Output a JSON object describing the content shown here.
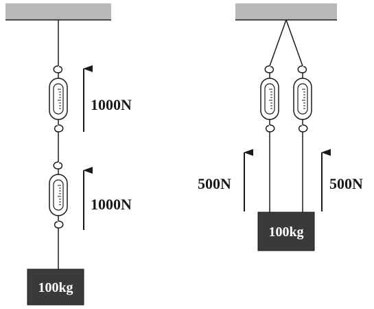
{
  "left_setup": {
    "upper_force_label": "1000N",
    "lower_force_label": "1000N",
    "mass_label": "100kg"
  },
  "right_setup": {
    "left_force_label": "500N",
    "right_force_label": "500N",
    "mass_label": "100kg"
  },
  "colors": {
    "ceiling": "#b8b8b8",
    "mass_block": "#3a3a3a",
    "line": "#1a1a1a"
  }
}
